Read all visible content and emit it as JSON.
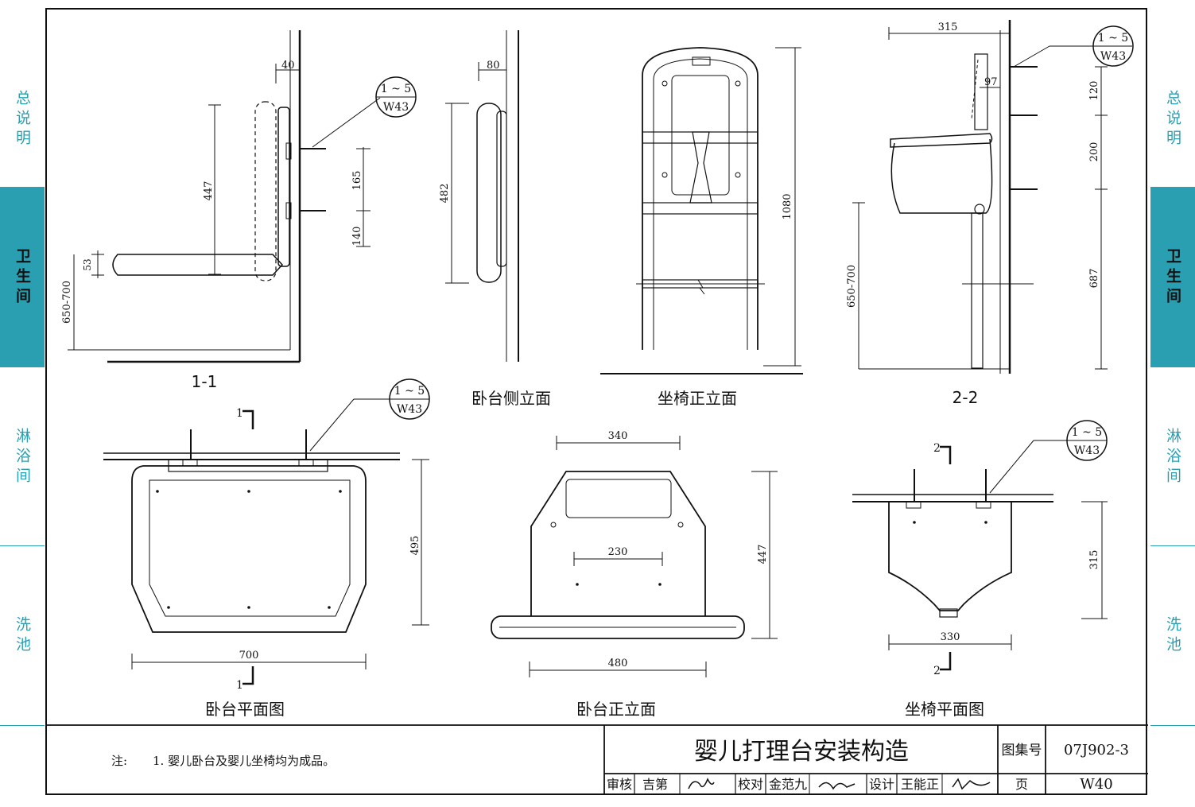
{
  "side_tabs_left": [
    {
      "label": "总说明",
      "active": false
    },
    {
      "label": "卫生间",
      "active": true
    },
    {
      "label": "淋浴间",
      "active": false
    },
    {
      "label": "洗池",
      "active": false
    }
  ],
  "side_tabs_right": [
    {
      "label": "总说明",
      "active": false
    },
    {
      "label": "卫生间",
      "active": true
    },
    {
      "label": "淋浴间",
      "active": false
    },
    {
      "label": "洗池",
      "active": false
    }
  ],
  "view_labels": {
    "section_1_1": "1-1",
    "side_elevation": "卧台侧立面",
    "seat_front_elevation": "坐椅正立面",
    "section_2_2": "2-2",
    "plan_changing": "卧台平面图",
    "front_changing": "卧台正立面",
    "plan_seat": "坐椅平面图"
  },
  "ref_tag": {
    "top": "1 ~ 5",
    "bottom": "W43"
  },
  "section_marks": {
    "s1": "1",
    "s2": "2"
  },
  "dimensions": {
    "d40": "40",
    "d447a": "447",
    "d165": "165",
    "d140": "140",
    "d53": "53",
    "d650_700a": "650-700",
    "d80": "80",
    "d482": "482",
    "d1080": "1080",
    "d315a": "315",
    "d97": "97",
    "d120": "120",
    "d200": "200",
    "d650_700b": "650-700",
    "d687": "687",
    "d495": "495",
    "d700": "700",
    "d340": "340",
    "d230": "230",
    "d447b": "447",
    "d480": "480",
    "d315b": "315",
    "d330": "330"
  },
  "title_block": {
    "note_label": "注:",
    "note_text": "1.  婴儿卧台及婴儿坐椅均为成品。",
    "title": "婴儿打理台安装构造",
    "atlas_label": "图集号",
    "atlas_no": "07J902-3",
    "review_label": "审核",
    "reviewer": "吉第",
    "check_label": "校对",
    "checker": "金范九",
    "design_label": "设计",
    "designer": "王能正",
    "page_label": "页",
    "page_no": "W40"
  }
}
